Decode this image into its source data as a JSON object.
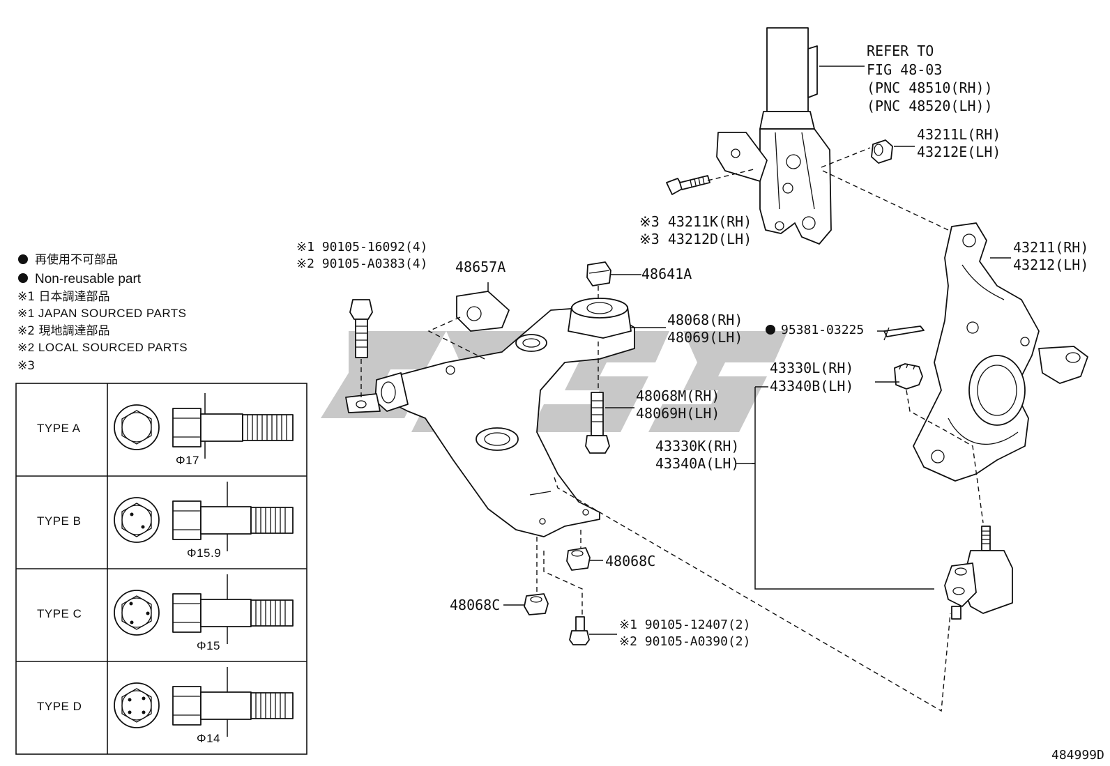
{
  "legend": {
    "nonreusable_jp": "再使用不可部品",
    "nonreusable_en": "Non-reusable part",
    "note1_jp": "※1 日本調達部品",
    "note1_en": "※1 JAPAN SOURCED PARTS",
    "note2_jp": "※2 現地調達部品",
    "note2_en": "※2 LOCAL SOURCED PARTS",
    "note3": "※3"
  },
  "types": [
    {
      "label": "TYPE  A",
      "dia": "Φ17"
    },
    {
      "label": "TYPE  B",
      "dia": "Φ15.9"
    },
    {
      "label": "TYPE  C",
      "dia": "Φ15"
    },
    {
      "label": "TYPE  D",
      "dia": "Φ14"
    }
  ],
  "callouts": {
    "refer1": "REFER TO",
    "refer2": "FIG 48-03",
    "refer3": "(PNC 48510(RH))",
    "refer4": "(PNC 48520(LH))",
    "nut_rh": "43211L(RH)",
    "nut_lh": "43212E(LH)",
    "bolt3_rh": "※3  43211K(RH)",
    "bolt3_lh": "※3  43212D(LH)",
    "knuckle_rh": "43211(RH)",
    "knuckle_lh": "43212(LH)",
    "bolt1": "※1 90105-16092(4)",
    "bolt2": "※2 90105-A0383(4)",
    "p48657": "48657A",
    "p48641": "48641A",
    "arm_rh": "48068(RH)",
    "arm_lh": "48069(LH)",
    "pin": "95381-03225",
    "castle_rh": "43330L(RH)",
    "castle_lh": "43340B(LH)",
    "bushbolt_rh": "48068M(RH)",
    "bushbolt_lh": "48069H(LH)",
    "ball_rh": "43330K(RH)",
    "ball_lh": "43340A(LH)",
    "nutc1": "48068C",
    "nutc2": "48068C",
    "small1": "※1 90105-12407(2)",
    "small2": "※2 90105-A0390(2)",
    "figno": "484999D"
  },
  "icons": {
    "nonreusable": "filled-circle-icon"
  }
}
